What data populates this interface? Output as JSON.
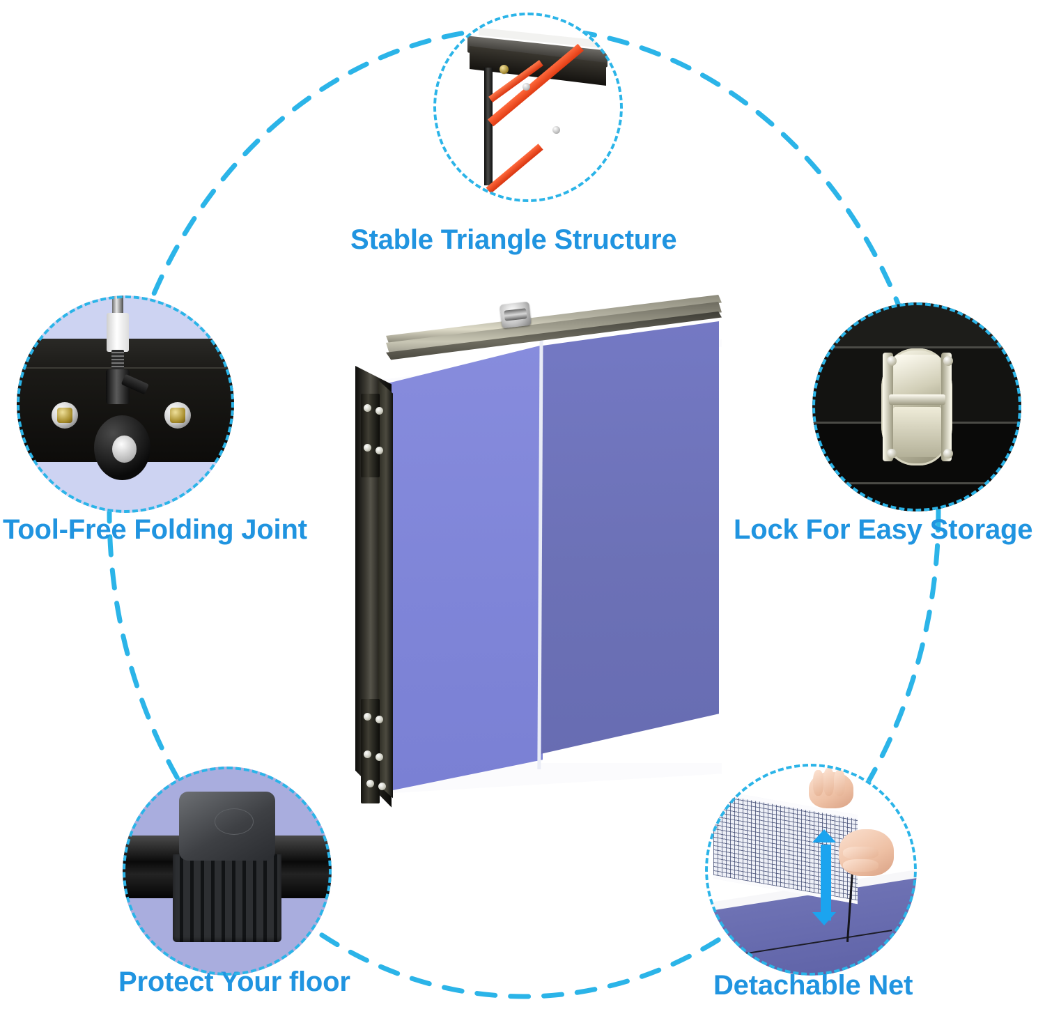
{
  "page": {
    "type": "product-feature-infographic",
    "product": "Foldable Table Tennis Table",
    "background_color": "#ffffff",
    "accent_color": "#2bb4e8",
    "label_color": "#2094e0"
  },
  "features": [
    {
      "id": "stable-triangle-structure",
      "label": "Stable Triangle Structure",
      "position": "top",
      "detail_description": "Black table edge with vertical leg and red diagonal support brace forming a triangle",
      "colors": {
        "frame": "#2e2c28",
        "brace": "#e8431a",
        "hardware": "#c9a83a"
      }
    },
    {
      "id": "tool-free-folding-joint",
      "label": "Tool-Free Folding Joint",
      "position": "left",
      "detail_description": "Black metal joint plate with brass screws, threaded knob shaft and black wheel",
      "colors": {
        "plate": "#141310",
        "screw": "#b8a13a",
        "knob": "#ffffff",
        "wheel": "#0a0a0a",
        "background": "#cdd3f2"
      }
    },
    {
      "id": "lock-for-easy-storage",
      "label": "Lock For Easy Storage",
      "position": "right",
      "detail_description": "Chrome toggle latch clasp mounted on black panel",
      "colors": {
        "panel": "#0d0d0c",
        "latch": "#d8d5c0"
      }
    },
    {
      "id": "protect-your-floor",
      "label": "Protect Your floor",
      "position": "bottom-left",
      "detail_description": "Black ribbed rubber floor protector cap clipped onto a black tube",
      "colors": {
        "tube": "#0a0a0a",
        "cap": "#3e4044",
        "background": "#a9adde"
      }
    },
    {
      "id": "detachable-net",
      "label": "Detachable Net",
      "position": "bottom-right",
      "detail_description": "Two hands lifting a white mesh net off the purple table with a blue double-headed arrow",
      "colors": {
        "net": "#eef0f7",
        "table": "#6e72b4",
        "arrow": "#1ba4ef",
        "skin": "#eec0a4"
      }
    }
  ],
  "center_product": {
    "name": "folded-table-tennis-table",
    "description": "Folded blue table tennis table standing upright on wheels with chrome latch at top",
    "colors": {
      "playing_surface_left": "#878cdd",
      "playing_surface_right": "#7479c4",
      "edge_trim": "#fbfbfd",
      "frame": "#1a1915",
      "top_rail": "#a3a191",
      "latch": "#c3c3c3"
    }
  },
  "connector": {
    "shape": "dashed-ellipse",
    "color": "#2bb4e8",
    "style": "dashed",
    "description": "Large dashed ellipse linking all five feature bubbles around the center product"
  }
}
